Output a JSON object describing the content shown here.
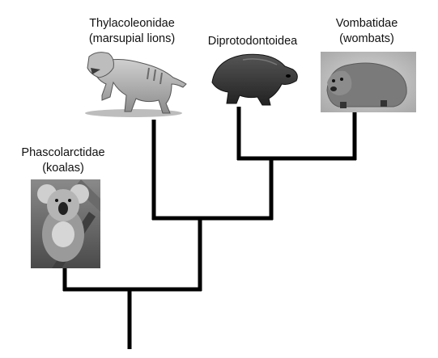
{
  "taxa": {
    "thylacoleonidae": {
      "name": "Thylacoleonidae",
      "common": "(marsupial lions)",
      "icon": "marsupial-lion-illustration"
    },
    "diprotodontoidea": {
      "name": "Diprotodontoidea",
      "icon": "diprotodon-illustration"
    },
    "vombatidae": {
      "name": "Vombatidae",
      "common": "(wombats)",
      "icon": "wombat-photo"
    },
    "phascolarctidae": {
      "name": "Phascolarctidae",
      "common": "(koalas)",
      "icon": "koala-photo"
    }
  },
  "colors": {
    "branch": "#000000",
    "background": "#ffffff"
  }
}
